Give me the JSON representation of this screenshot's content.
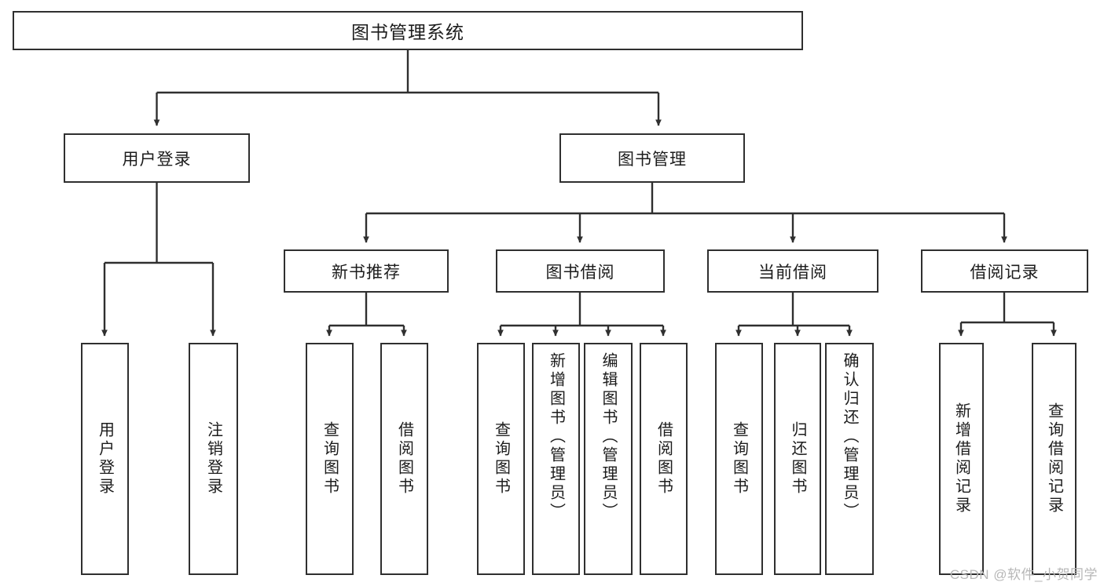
{
  "diagram": {
    "type": "tree-hierarchy",
    "title": "图书管理系统",
    "watermark": "CSDN @软件_小贺同学",
    "colors": {
      "box_border": "#2f2f2f",
      "box_fill": "#ffffff",
      "edge": "#2f2f2f",
      "text": "#1c1c1c",
      "watermark": "#b7b7b7"
    },
    "root": {
      "label": "图书管理系统"
    },
    "level2": [
      {
        "label": "用户登录"
      },
      {
        "label": "图书管理"
      }
    ],
    "level3": [
      {
        "label": "新书推荐"
      },
      {
        "label": "图书借阅"
      },
      {
        "label": "当前借阅"
      },
      {
        "label": "借阅记录"
      }
    ],
    "leaves": {
      "user_login": [
        {
          "label": "用户登录"
        },
        {
          "label": "注销登录"
        }
      ],
      "new_book_recommend": [
        {
          "label": "查询图书"
        },
        {
          "label": "借阅图书"
        }
      ],
      "book_borrow": [
        {
          "label": "查询图书"
        },
        {
          "label": "新增图书（管理员）"
        },
        {
          "label": "编辑图书（管理员）"
        },
        {
          "label": "借阅图书"
        }
      ],
      "current_borrow": [
        {
          "label": "查询图书"
        },
        {
          "label": "归还图书"
        },
        {
          "label": "确认归还（管理员）"
        }
      ],
      "borrow_record": [
        {
          "label": "新增借阅记录"
        },
        {
          "label": "查询借阅记录"
        }
      ]
    }
  }
}
